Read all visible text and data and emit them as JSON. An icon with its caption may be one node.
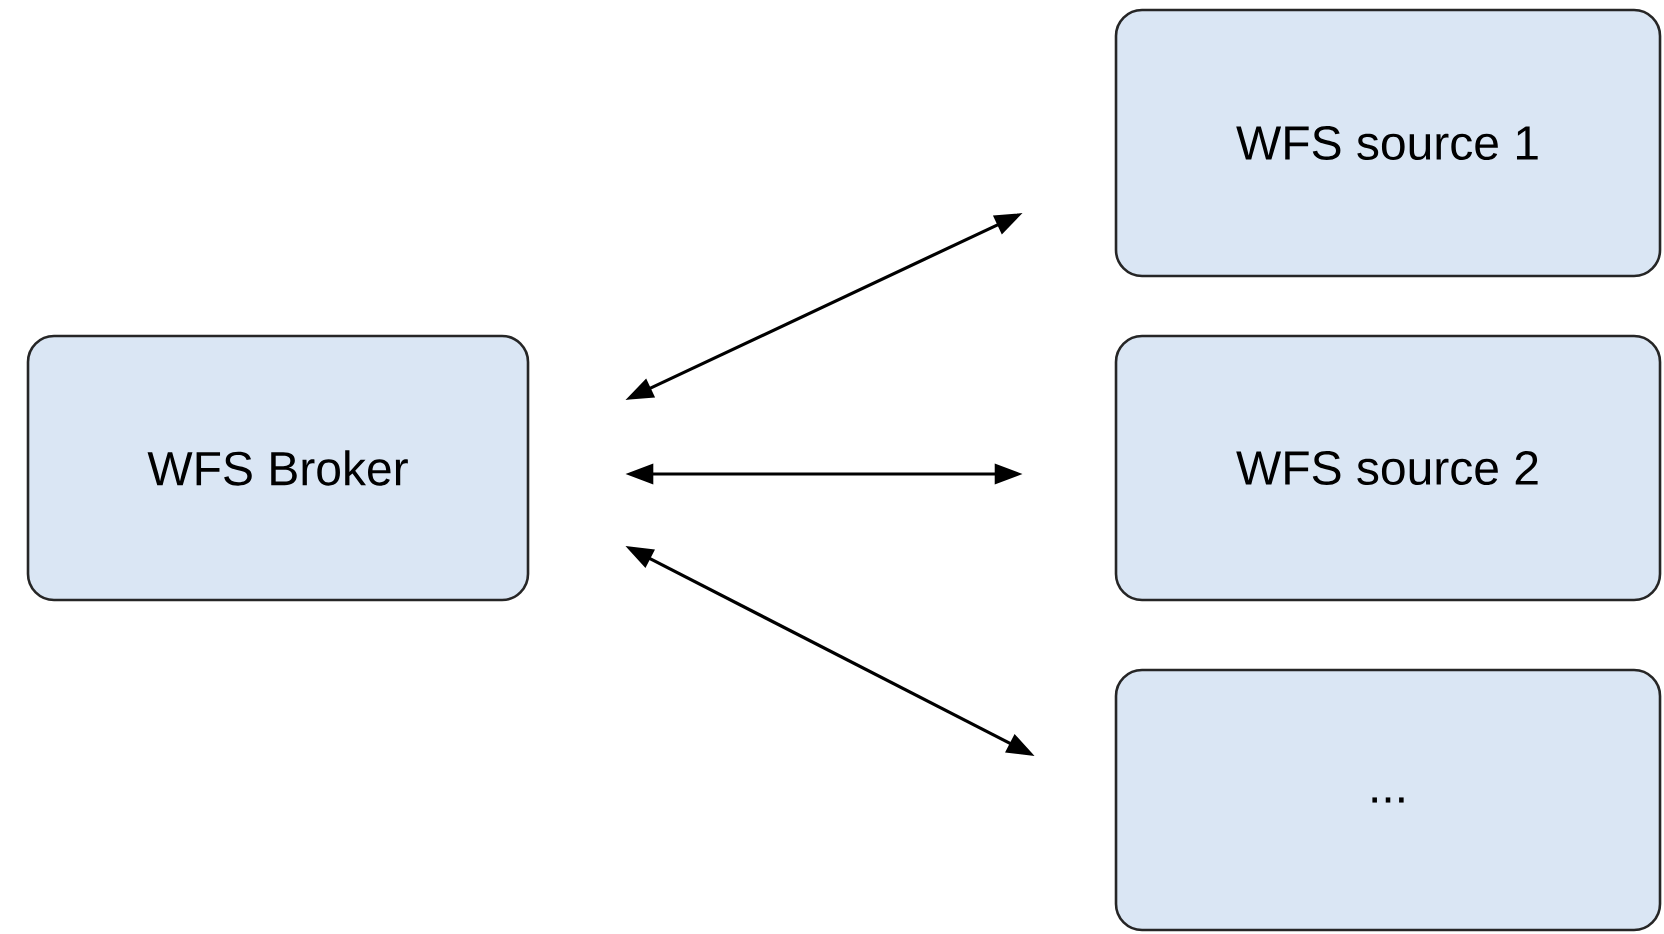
{
  "diagram": {
    "nodes": [
      {
        "text": [
          "WFS Broker"
        ]
      },
      {
        "text": [
          "WFS source 1"
        ]
      },
      {
        "text": [
          "WFS source 2"
        ]
      },
      {
        "text": [
          "..."
        ]
      }
    ],
    "edges": [
      {
        "from": 0,
        "to": 1,
        "arrow": "both"
      },
      {
        "from": 0,
        "to": 2,
        "arrow": "both"
      },
      {
        "from": 0,
        "to": 3,
        "arrow": "both"
      }
    ]
  }
}
